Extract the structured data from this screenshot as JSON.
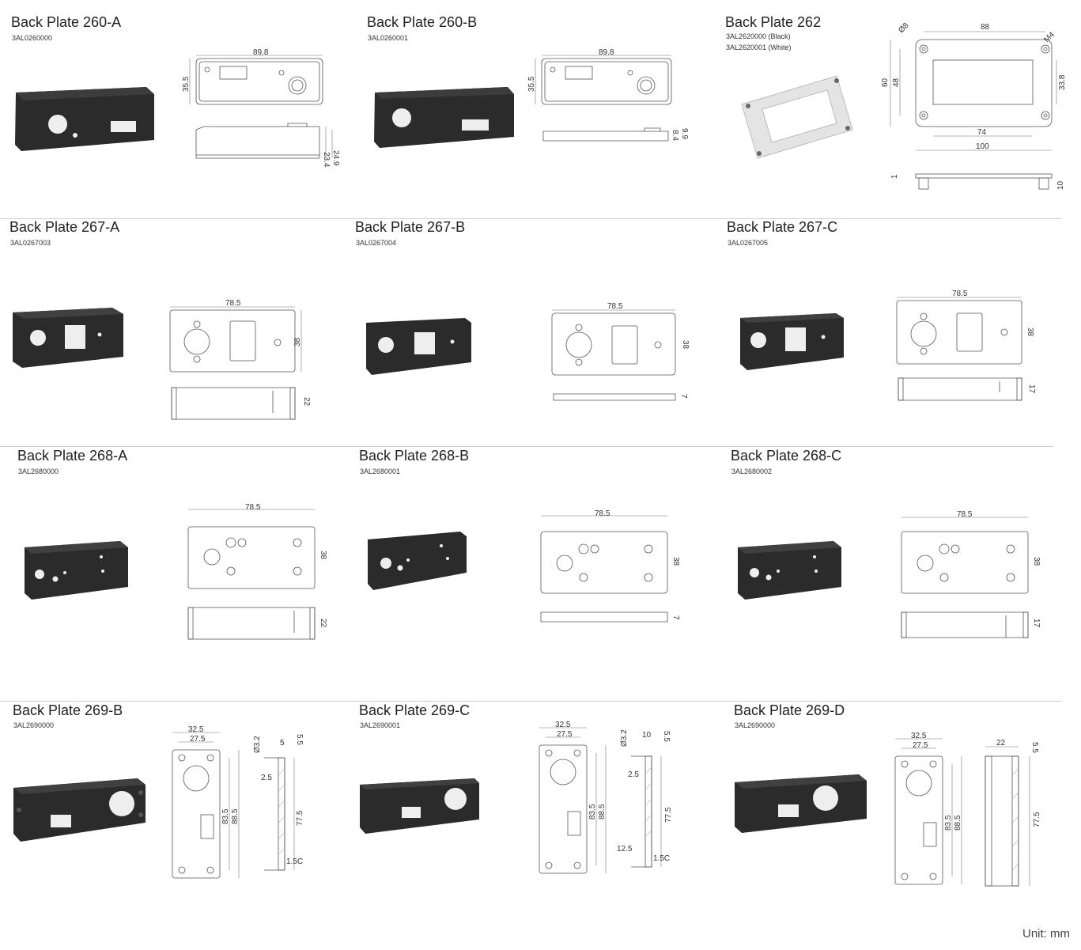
{
  "unit_label": "Unit: mm",
  "plates": [
    {
      "title": "Back Plate 260-A",
      "codes": [
        "3AL0260000"
      ],
      "dims": {
        "w": "89.8",
        "h": "35.5",
        "d1": "24.9",
        "d2": "23.4"
      }
    },
    {
      "title": "Back Plate 260-B",
      "codes": [
        "3AL0260001"
      ],
      "dims": {
        "w": "89.8",
        "h": "35.5",
        "d1": "9.9",
        "d2": "8.4"
      }
    },
    {
      "title": "Back Plate 262",
      "codes": [
        "3AL2620000 (Black)",
        "3AL2620001 (White)"
      ],
      "dims": {
        "hole": "Ø8",
        "w": "88",
        "thread": "M4",
        "h1": "60",
        "h2": "48",
        "h3": "33.8",
        "w2": "74",
        "w3": "100",
        "t": "1",
        "d": "10"
      }
    },
    {
      "title": "Back Plate 267-A",
      "codes": [
        "3AL0267003"
      ],
      "dims": {
        "w": "78.5",
        "h": "38",
        "d": "22"
      }
    },
    {
      "title": "Back Plate 267-B",
      "codes": [
        "3AL0267004"
      ],
      "dims": {
        "w": "78.5",
        "h": "38",
        "d": "7"
      }
    },
    {
      "title": "Back Plate 267-C",
      "codes": [
        "3AL0267005"
      ],
      "dims": {
        "w": "78.5",
        "h": "38",
        "d": "17"
      }
    },
    {
      "title": "Back Plate 268-A",
      "codes": [
        "3AL2680000"
      ],
      "dims": {
        "w": "78.5",
        "h": "38",
        "d": "22"
      }
    },
    {
      "title": "Back Plate 268-B",
      "codes": [
        "3AL2680001"
      ],
      "dims": {
        "w": "78.5",
        "h": "38",
        "d": "7"
      }
    },
    {
      "title": "Back Plate 268-C",
      "codes": [
        "3AL2680002"
      ],
      "dims": {
        "w": "78.5",
        "h": "38",
        "d": "17"
      }
    },
    {
      "title": "Back Plate 269-B",
      "codes": [
        "3AL2690000"
      ],
      "dims": {
        "w1": "32.5",
        "w2": "27.5",
        "h1": "83.5",
        "h2": "88.5",
        "hole": "Ø3.2",
        "a": "5",
        "b": "5.5",
        "c": "2.5",
        "d": "77.5",
        "e": "1.5C"
      }
    },
    {
      "title": "Back Plate 269-C",
      "codes": [
        "3AL2690001"
      ],
      "dims": {
        "w1": "32.5",
        "w2": "27.5",
        "h1": "83.5",
        "h2": "88.5",
        "hole": "Ø3.2",
        "a": "10",
        "b": "5.5",
        "c": "2.5",
        "d": "77.5",
        "e": "12.5",
        "f": "1.5C"
      }
    },
    {
      "title": "Back Plate 269-D",
      "codes": [
        "3AL2690000"
      ],
      "dims": {
        "w1": "32.5",
        "w2": "27.5",
        "h1": "83.5",
        "h2": "88.5",
        "a": "22",
        "b": "5.5",
        "d": "77.5"
      }
    }
  ]
}
